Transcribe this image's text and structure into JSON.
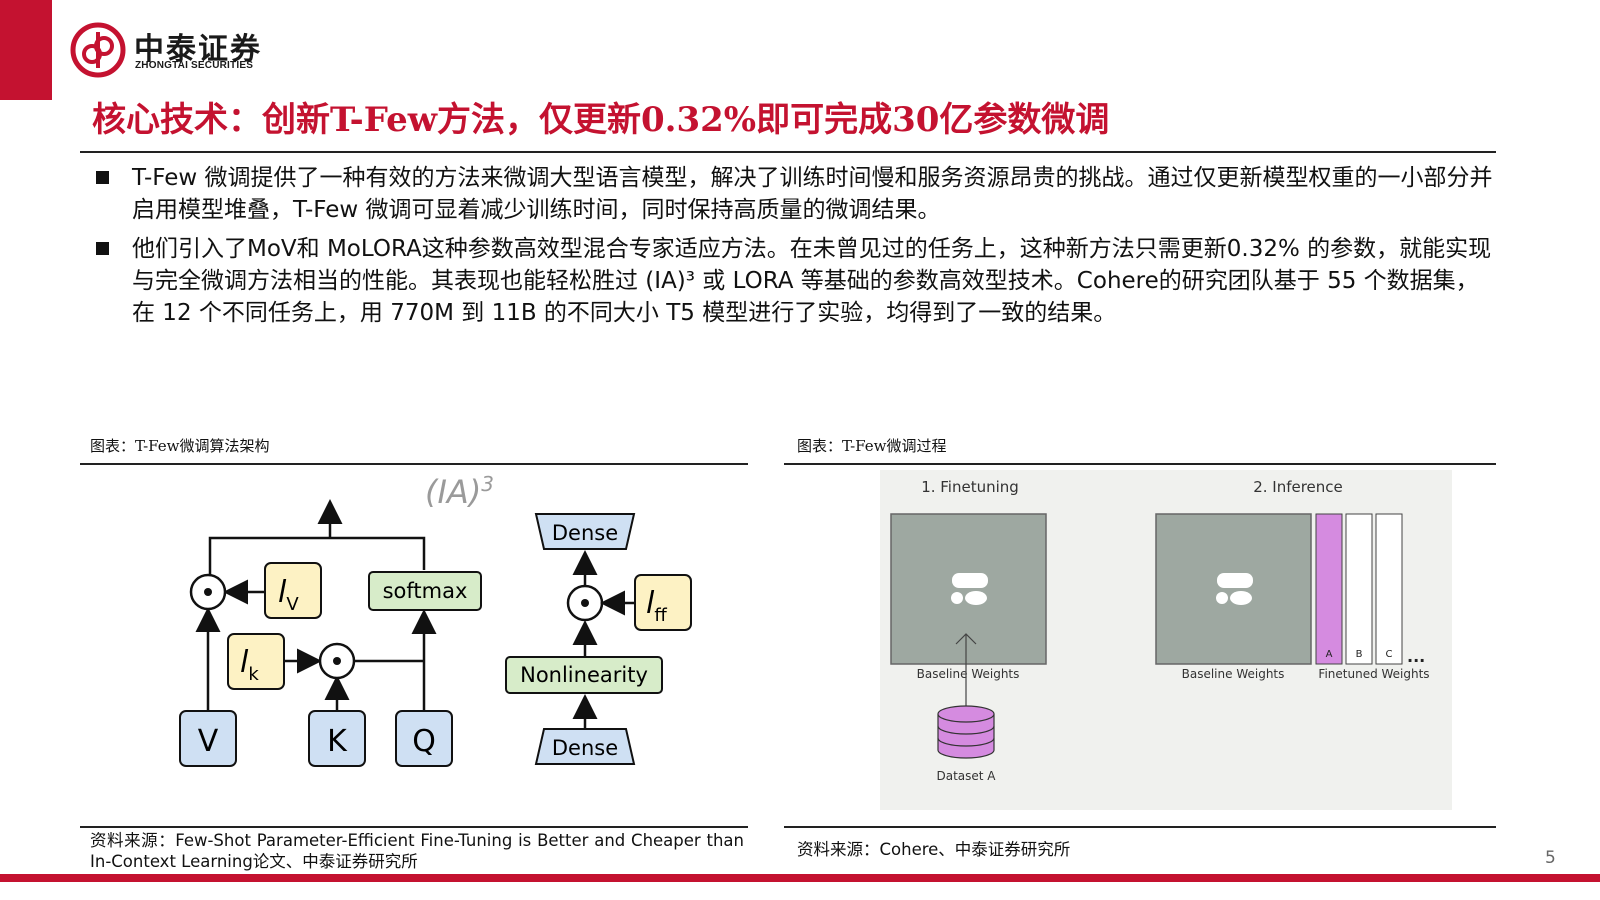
{
  "brand": {
    "name_cn": "中泰证券",
    "name_en": "ZHONGTAI SECURITIES",
    "red": "#c41230"
  },
  "slide": {
    "title": "核心技术：创新T-Few方法，仅更新0.32%即可完成30亿参数微调",
    "page_number": "5"
  },
  "bullets": [
    {
      "text": "T-Few 微调提供了一种有效的方法来微调大型语言模型，解决了训练时间慢和服务资源昂贵的挑战。通过仅更新模型权重的一小部分并启用模型堆叠，T-Few 微调可显着减少训练时间，同时保持高质量的微调结果。"
    },
    {
      "text": "他们引入了MoV和 MoLORA这种参数高效型混合专家适应方法。在未曾见过的任务上，这种新方法只需更新0.32% 的参数，就能实现与完全微调方法相当的性能。其表现也能轻松胜过 (IA)³ 或 LORA 等基础的参数高效型技术。Cohere的研究团队基于 55 个数据集，在 12 个不同任务上，用 770M 到 11B 的不同大小 T5 模型进行了实验，均得到了一致的结果。"
    }
  ],
  "figure_left": {
    "caption": "图表：T-Few微调算法架构",
    "source": "资料来源：Few-Shot Parameter-Efficient Fine-Tuning is Better and Cheaper than In-Context Learning论文、中泰证券研究所",
    "diagram": {
      "ia3_title_main": "(IA)",
      "ia3_title_sup": "3",
      "lv_main": "l",
      "lv_sub": "V",
      "lk_main": "l",
      "lk_sub": "k",
      "lff_main": "l",
      "lff_sub": "ff",
      "softmax": "softmax",
      "v": "V",
      "k": "K",
      "q": "Q",
      "dense_top": "Dense",
      "nonlinearity": "Nonlinearity",
      "dense_bottom": "Dense",
      "colors": {
        "blue": "#cfe0f3",
        "yellow": "#fdf2c4",
        "green": "#d7ecc9"
      }
    }
  },
  "figure_right": {
    "caption": "图表：T-Few微调过程",
    "source": "资料来源：Cohere、中泰证券研究所",
    "diagram": {
      "step1": "1. Finetuning",
      "step2": "2. Inference",
      "baseline_weights_1": "Baseline Weights",
      "baseline_weights_2": "Baseline Weights",
      "finetuned_weights": "Finetuned Weights",
      "dataset": "Dataset A",
      "slot_a": "A",
      "slot_b": "B",
      "slot_c": "C",
      "ellipsis": "...",
      "colors": {
        "panel": "#f0f1ee",
        "weights": "#9ea8a1",
        "purple": "#d58be0"
      }
    }
  }
}
